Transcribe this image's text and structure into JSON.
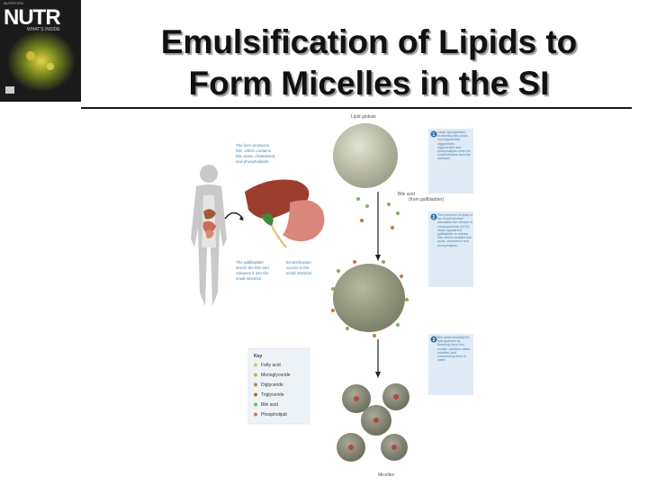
{
  "slide": {
    "title_line1": "Emulsification of Lipids to",
    "title_line2": "Form Micelles in the SI"
  },
  "cover": {
    "logo": "NUTR",
    "topline": "NUTRITION",
    "subtitle": "WHAT'S INSIDE"
  },
  "figure": {
    "lipid_globule": "Lipid globule",
    "bile_acid": "Bile acid",
    "bile_acid_sub": "(from gallbladder)",
    "micelles": "Micelles",
    "liver_note": "The liver produces bile, which contains bile acids, cholesterol, and phospholipids.",
    "gallbladder_note": "The gallbladder stores the bile and releases it into the small intestine.",
    "emulsification_note": "Emulsification occurs in the small intestine.",
    "steps": [
      {
        "num": "1",
        "text": "Large lipid globules, containing fatty acids, monoglycerides, diglycerides, triglycerides and phospholipids enter the small intestine from the stomach."
      },
      {
        "num": "2",
        "text": "The presence of lipids in the small intestine stimulates the release of cholecystokinin (CCK), which signals the gallbladder to release bile, which contains bile acids, cholesterol and phospholipids."
      },
      {
        "num": "3",
        "text": "Bile acids emulsify the lipid globules by breaking them into smaller particles called micelles, and surrounding them in water."
      }
    ],
    "key": {
      "title": "Key",
      "items": [
        {
          "label": "Fatty acid",
          "color": "#d8c27a"
        },
        {
          "label": "Monoglyceride",
          "color": "#c9a84e"
        },
        {
          "label": "Diglyceride",
          "color": "#b98c3a"
        },
        {
          "label": "Triglyceride",
          "color": "#a87a2f"
        },
        {
          "label": "Bile acid",
          "color": "#7fb060"
        },
        {
          "label": "Phospholipid",
          "color": "#c27a3f"
        }
      ]
    }
  }
}
